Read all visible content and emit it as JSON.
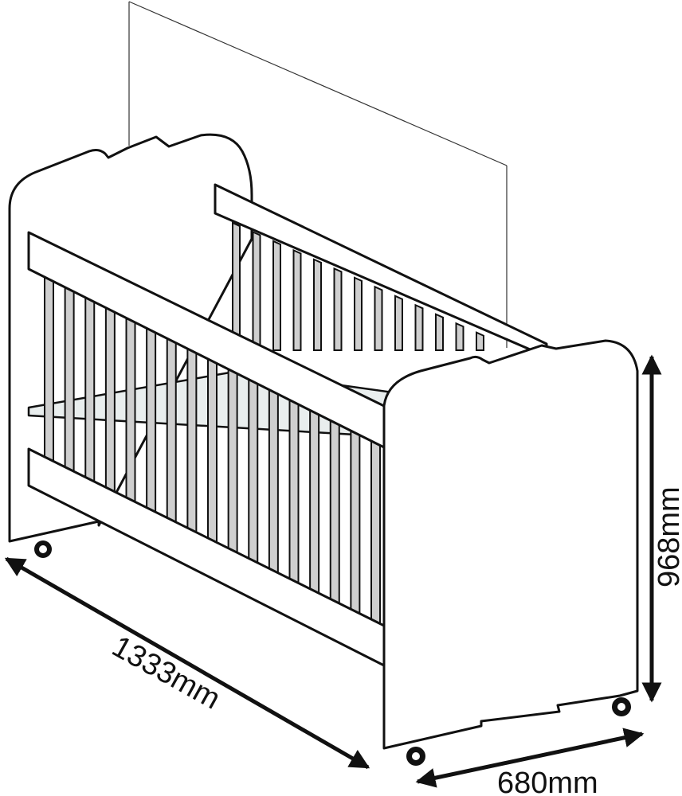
{
  "figure": {
    "subject": "crib-dimension-drawing",
    "colors": {
      "line": "#1a1a1a",
      "fill": "#ffffff",
      "mattress": "#e9eeee",
      "backdrop": "#ffffff"
    },
    "dimensions": {
      "length": "1333mm",
      "height": "968mm",
      "width": "680mm"
    }
  }
}
